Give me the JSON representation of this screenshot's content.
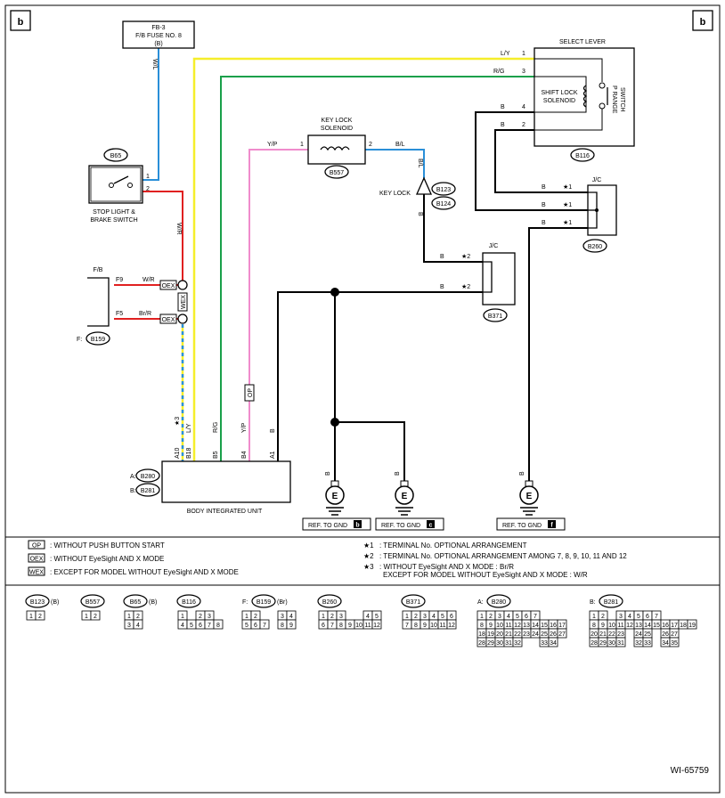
{
  "corner_label": "b",
  "fuse": {
    "line1": "FB-3",
    "line2": "F/B FUSE NO. 8",
    "line3": "(B)"
  },
  "wires": {
    "wl": "W/L",
    "ly": "L/Y",
    "rg": "R/G",
    "yp": "Y/P",
    "bl": "B/L",
    "wr": "W/R",
    "brr": "Br/R",
    "b": "B"
  },
  "stop_light": {
    "connector": "B65",
    "line1": "STOP LIGHT &",
    "line2": "BRAKE SWITCH",
    "pin1": "1",
    "pin2": "2"
  },
  "fb": {
    "title": "F/B",
    "f9": "F9",
    "f5": "F5",
    "label": "F:",
    "connector": "B159"
  },
  "key_lock_solenoid": {
    "line1": "KEY LOCK",
    "line2": "SOLENOID",
    "pin1": "1",
    "pin2": "2",
    "connector": "B557"
  },
  "key_lock": {
    "label": "KEY LOCK",
    "conn1": "B123",
    "conn2": "B124"
  },
  "select_lever": {
    "title": "SELECT LEVER",
    "shift1": "SHIFT LOCK",
    "shift2": "SOLENOID",
    "prange1": "P RANGE",
    "prange2": "SWITCH",
    "connector": "B116",
    "pins": [
      "1",
      "3",
      "4",
      "2"
    ]
  },
  "jc_b260": {
    "title": "J/C",
    "connector": "B260",
    "mark": "★1"
  },
  "jc_b371": {
    "title": "J/C",
    "connector": "B371",
    "mark": "★2"
  },
  "tags": {
    "oex": "OEX",
    "wex": "WEX",
    "op": "OP"
  },
  "biu": {
    "title": "BODY INTEGRATED UNIT",
    "conn_a_label": "A:",
    "conn_a": "B280",
    "conn_b_label": "B:",
    "conn_b": "B281",
    "star3": "★3",
    "pins": [
      "A10",
      "B18",
      "B5",
      "B4",
      "A1"
    ]
  },
  "grounds": [
    {
      "text": "REF. TO GND",
      "box": "b"
    },
    {
      "text": "REF. TO GND",
      "box": "c"
    },
    {
      "text": "REF. TO GND",
      "box": "f"
    }
  ],
  "legend": [
    {
      "tag": "OP",
      "text": ": WITHOUT PUSH BUTTON START"
    },
    {
      "tag": "OEX",
      "text": ": WITHOUT EyeSight AND X MODE"
    },
    {
      "tag": "WEX",
      "text": ": EXCEPT FOR MODEL WITHOUT EyeSight AND X MODE"
    }
  ],
  "notes": [
    {
      "mark": "★1",
      "text": ": TERMINAL No. OPTIONAL ARRANGEMENT"
    },
    {
      "mark": "★2",
      "text": ": TERMINAL No. OPTIONAL ARRANGEMENT AMONG 7, 8, 9, 10, 11 AND 12"
    },
    {
      "mark": "★3",
      "text": ": WITHOUT EyeSight AND X MODE  : Br/R"
    },
    {
      "mark": "",
      "text": "EXCEPT FOR MODEL WITHOUT EyeSight AND X MODE  : W/R"
    }
  ],
  "connectors": [
    {
      "label": "B123",
      "suffix": "(B)",
      "rows": [
        [
          "1",
          "2"
        ]
      ]
    },
    {
      "label": "B557",
      "suffix": "",
      "rows": [
        [
          "1",
          "2"
        ]
      ]
    },
    {
      "label": "B65",
      "suffix": "(B)",
      "rows": [
        [
          "1",
          "2"
        ],
        [
          "3",
          "4"
        ]
      ]
    },
    {
      "label": "B116",
      "suffix": "",
      "rows": [
        [
          "1",
          "",
          "2",
          "3"
        ],
        [
          "4",
          "5",
          "6",
          "7",
          "8"
        ]
      ]
    },
    {
      "label": "B159",
      "prefix": "F:",
      "suffix": "(Br)",
      "rows": [
        [
          "1",
          "2",
          "",
          "",
          "3",
          "4"
        ],
        [
          "5",
          "6",
          "7",
          "",
          "8",
          "9"
        ]
      ]
    },
    {
      "label": "B260",
      "suffix": "",
      "rows": [
        [
          "1",
          "2",
          "3",
          "",
          "",
          "4",
          "5"
        ],
        [
          "6",
          "7",
          "8",
          "9",
          "10",
          "11",
          "12"
        ]
      ]
    },
    {
      "label": "B371",
      "suffix": "",
      "rows": [
        [
          "1",
          "2",
          "3",
          "4",
          "5",
          "6"
        ],
        [
          "7",
          "8",
          "9",
          "10",
          "11",
          "12"
        ]
      ]
    },
    {
      "label": "B280",
      "prefix": "A:",
      "suffix": "",
      "rows": [
        [
          "1",
          "2",
          "3",
          "4",
          "5",
          "6",
          "7"
        ],
        [
          "8",
          "9",
          "10",
          "11",
          "12",
          "13",
          "14",
          "15",
          "16",
          "17"
        ],
        [
          "18",
          "19",
          "20",
          "21",
          "22",
          "23",
          "24",
          "25",
          "26",
          "27"
        ],
        [
          "28",
          "29",
          "30",
          "31",
          "32",
          "",
          "",
          "33",
          "34"
        ]
      ]
    },
    {
      "label": "B281",
      "prefix": "B:",
      "suffix": "",
      "rows": [
        [
          "1",
          "2",
          "",
          "3",
          "4",
          "5",
          "6",
          "7"
        ],
        [
          "8",
          "9",
          "10",
          "11",
          "12",
          "13",
          "14",
          "15",
          "16",
          "17",
          "18",
          "19"
        ],
        [
          "20",
          "21",
          "22",
          "23",
          "",
          "24",
          "25",
          "",
          "26",
          "27"
        ],
        [
          "28",
          "29",
          "30",
          "31",
          "",
          "32",
          "33",
          "",
          "34",
          "35"
        ]
      ]
    }
  ],
  "figure_id": "WI-65759",
  "colors": {
    "blue": "#2a8fd8",
    "yellow": "#f5ee2a",
    "green": "#19a04a",
    "pink": "#f08ccc",
    "red": "#e02020",
    "black": "#000000"
  }
}
